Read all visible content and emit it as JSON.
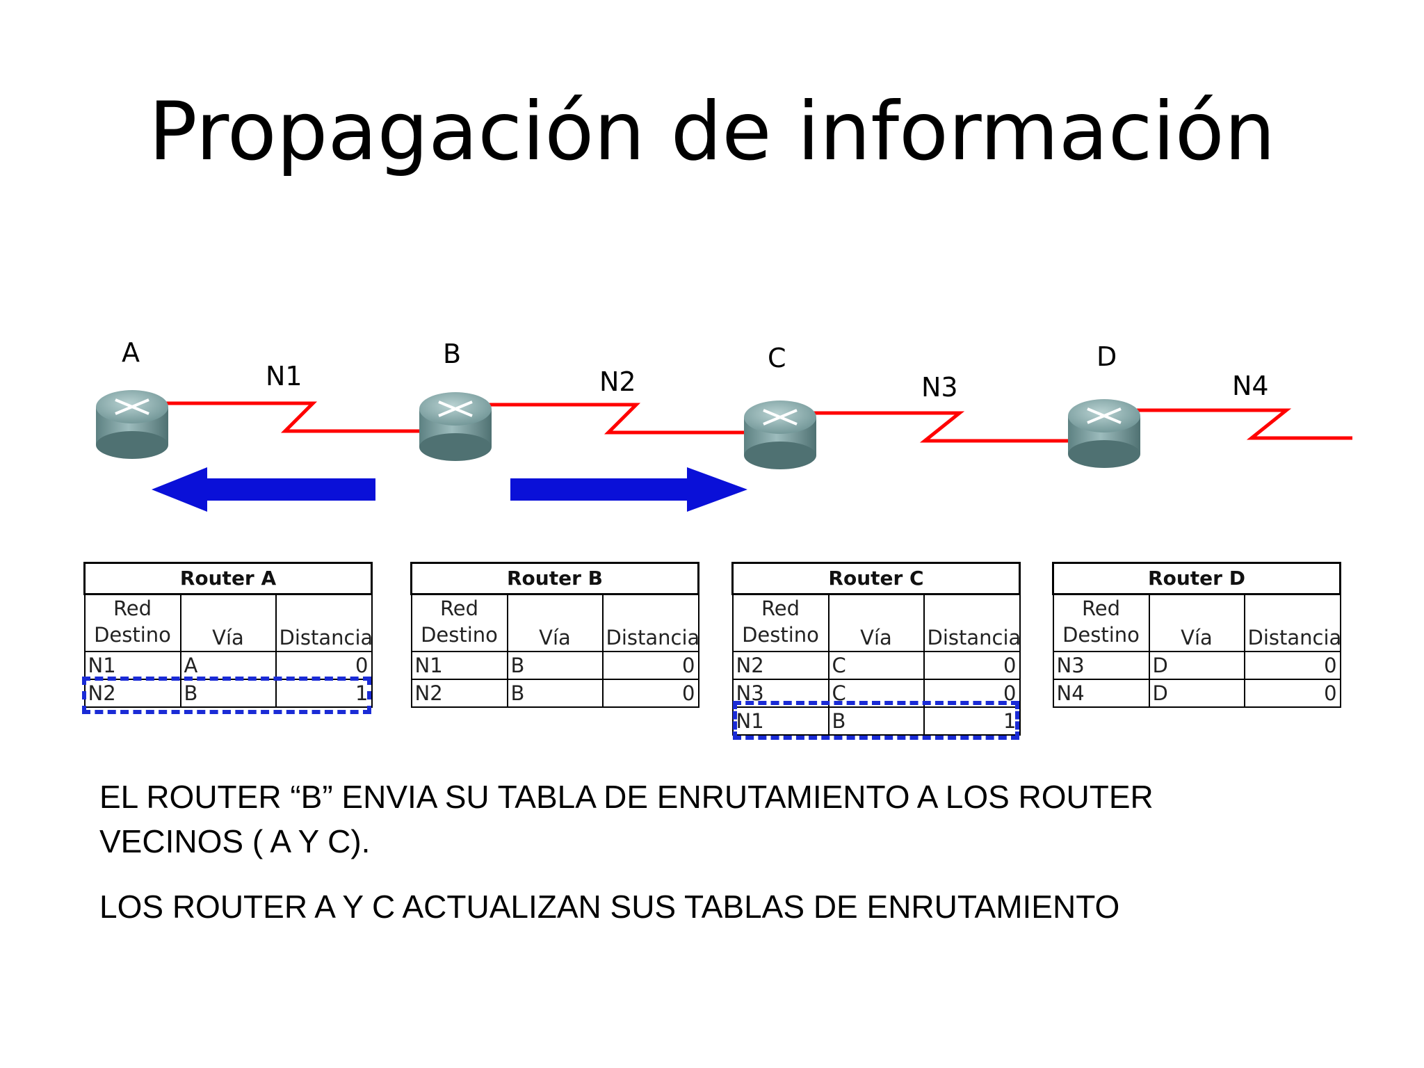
{
  "title": "Propagación de información",
  "routers": [
    {
      "label": "A"
    },
    {
      "label": "B"
    },
    {
      "label": "C"
    },
    {
      "label": "D"
    }
  ],
  "networks": [
    {
      "label": "N1"
    },
    {
      "label": "N2"
    },
    {
      "label": "N3"
    },
    {
      "label": "N4"
    }
  ],
  "colors": {
    "link": "#ff0000",
    "arrow": "#0a10d8",
    "highlight": "#1a2bd6"
  },
  "table_headers": {
    "dest_line1": "Red",
    "dest_line2": "Destino",
    "via": "Vía",
    "distance": "Distancia"
  },
  "tables": [
    {
      "caption": "Router A",
      "rows": [
        {
          "dest": "N1",
          "via": "A",
          "dist": "0"
        },
        {
          "dest": "N2",
          "via": "B",
          "dist": "1"
        }
      ]
    },
    {
      "caption": "Router B",
      "rows": [
        {
          "dest": "N1",
          "via": "B",
          "dist": "0"
        },
        {
          "dest": "N2",
          "via": "B",
          "dist": "0"
        }
      ]
    },
    {
      "caption": "Router C",
      "rows": [
        {
          "dest": "N2",
          "via": "C",
          "dist": "0"
        },
        {
          "dest": "N3",
          "via": "C",
          "dist": "0"
        },
        {
          "dest": "N1",
          "via": "B",
          "dist": "1"
        }
      ]
    },
    {
      "caption": "Router D",
      "rows": [
        {
          "dest": "N3",
          "via": "D",
          "dist": "0"
        },
        {
          "dest": "N4",
          "via": "D",
          "dist": "0"
        }
      ]
    }
  ],
  "text": {
    "line1": "EL ROUTER “B” ENVIA SU TABLA DE ENRUTAMIENTO A LOS ROUTER",
    "line2": "VECINOS ( A Y C).",
    "line3": "LOS ROUTER A Y C ACTUALIZAN SUS TABLAS DE ENRUTAMIENTO"
  }
}
